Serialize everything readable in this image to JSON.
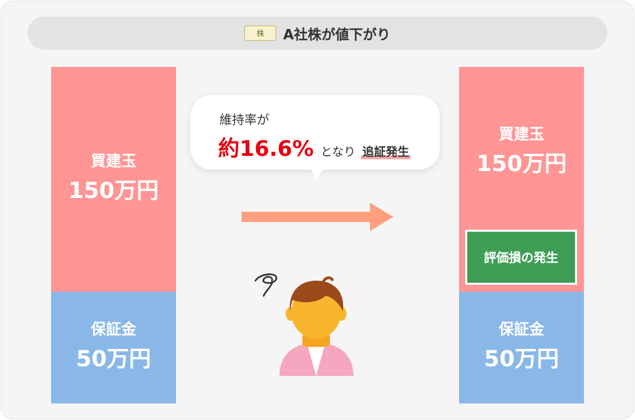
{
  "header": {
    "badge": "株",
    "title": "A社株が値下がり"
  },
  "left": {
    "buy": {
      "label": "買建玉",
      "amount": "150万円"
    },
    "margin": {
      "label": "保証金",
      "amount": "50万円"
    }
  },
  "bubble": {
    "line1": "維持率が",
    "rate": "約16.6%",
    "connector": "となり",
    "call": "追証発生"
  },
  "right": {
    "buy": {
      "label": "買建玉",
      "amount": "150万円"
    },
    "loss": "評価損の発生",
    "margin": {
      "label": "保証金",
      "amount": "50万円"
    }
  },
  "colors": {
    "position_block": "#ff9595",
    "margin_block": "#89b8e8",
    "loss_block": "#3f9e55",
    "rate_text": "#e60012",
    "arrow": "#ff9f7f"
  },
  "icons": [
    "stock-certificate-icon",
    "right-arrow-icon",
    "worried-person-icon",
    "confusion-swirl-icon"
  ]
}
